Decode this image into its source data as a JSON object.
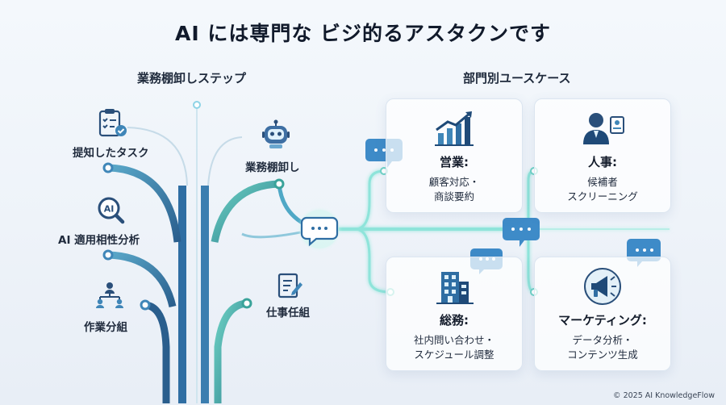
{
  "title": "AI  には専門な ビジ的るアスタクンです",
  "left_section": {
    "heading": "業務棚卸しステップ",
    "items": [
      {
        "label": "提知したタスク",
        "icon": "clipboard-check-icon"
      },
      {
        "label": "業務棚卸し",
        "icon": "robot-icon"
      },
      {
        "label": "AI 適用相性分析",
        "icon": "ai-magnifier-icon"
      },
      {
        "label": "仕事任組",
        "icon": "document-pen-icon"
      },
      {
        "label": "作業分組",
        "icon": "org-chart-icon"
      }
    ],
    "ai_badge_text": "AI"
  },
  "right_section": {
    "heading": "部門別ユースケース",
    "cards": [
      {
        "title": "営業:",
        "line1": "顧客対応・",
        "line2": "商談要約",
        "icon": "growth-chart-icon"
      },
      {
        "title": "人事:",
        "line1": "候補者",
        "line2": "スクリーニング",
        "icon": "person-id-icon"
      },
      {
        "title": "総務:",
        "line1": "社内問い合わせ・",
        "line2": "スケジュール調整",
        "icon": "building-icon"
      },
      {
        "title": "マーケティング:",
        "line1": "データ分析・",
        "line2": "コンテンツ生成",
        "icon": "megaphone-icon"
      }
    ]
  },
  "copyright": "© 2025 AI KnowledgeFlow",
  "colors": {
    "trunk_dark": "#1f4a78",
    "trunk_mid": "#2f6ea3",
    "teal": "#3aa39a",
    "glow": "#7fe0d6",
    "bubble": "#3e8bc8"
  }
}
